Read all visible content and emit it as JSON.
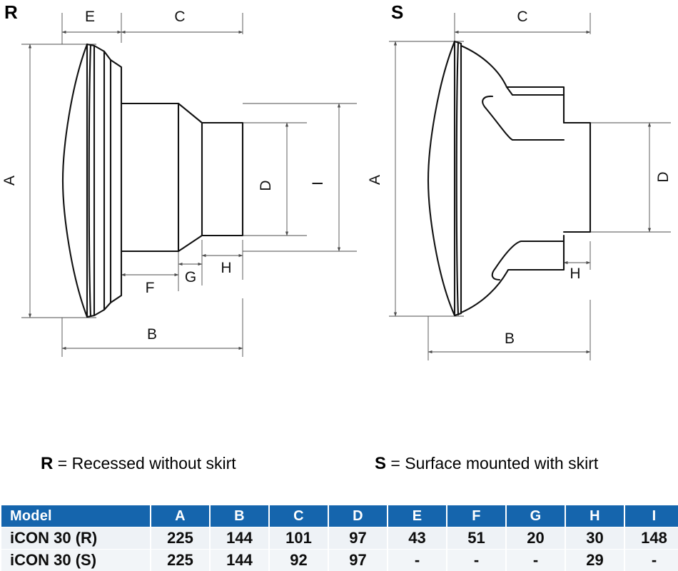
{
  "views": {
    "left": {
      "label": "R"
    },
    "right": {
      "label": "S"
    }
  },
  "legend": [
    {
      "key": "R",
      "equals": " = ",
      "text": "Recessed without skirt"
    },
    {
      "key": "S",
      "equals": " = ",
      "text": "Surface mounted with skirt"
    }
  ],
  "dimension_labels": {
    "left": [
      "A",
      "B",
      "C",
      "D",
      "E",
      "F",
      "G",
      "H",
      "I"
    ],
    "right": [
      "A",
      "B",
      "C",
      "D",
      "H"
    ]
  },
  "table": {
    "headers": [
      "Model",
      "A",
      "B",
      "C",
      "D",
      "E",
      "F",
      "G",
      "H",
      "I"
    ],
    "rows": [
      {
        "model": "iCON 30 (R)",
        "values": [
          "225",
          "144",
          "101",
          "97",
          "43",
          "51",
          "20",
          "30",
          "148"
        ]
      },
      {
        "model": "iCON 30 (S)",
        "values": [
          "225",
          "144",
          "92",
          "97",
          "-",
          "-",
          "-",
          "29",
          "-"
        ]
      }
    ]
  },
  "colors": {
    "header_blue": "#1565ad",
    "row_a": "#eef2f6",
    "row_b": "#f2f5f8",
    "line": "#1a1a1a",
    "dim_line": "#4d4d4d"
  }
}
